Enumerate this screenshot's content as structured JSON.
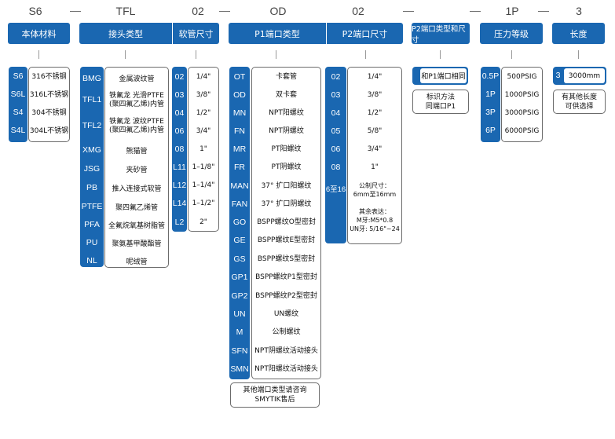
{
  "codes": {
    "c1": "S6",
    "c2": "TFL",
    "c3": "02",
    "c4": "OD",
    "c5": "02",
    "c6": "1P",
    "c7": "3"
  },
  "headers": {
    "material": "本体材料",
    "fitting": "接头类型",
    "tube": "软管尺寸",
    "p1": "P1端口类型",
    "p2": "P2端口尺寸",
    "p2type": "P2端口类型和尺寸",
    "pressure": "压力等级",
    "length": "长度"
  },
  "material": {
    "codes": [
      "S6",
      "S6L",
      "S4",
      "S4L"
    ],
    "names": [
      "316不锈钢",
      "316L不锈钢",
      "304不锈钢",
      "304L不锈钢"
    ]
  },
  "fitting": {
    "codes": [
      "BMG",
      "TFL1",
      "TFL2",
      "XMG",
      "JSG",
      "PB",
      "PTFE",
      "PFA",
      "PU",
      "NL"
    ],
    "names": [
      "金属波纹管",
      "铁氟龙 光滑PTFE\n(聚四氟乙烯)内管",
      "铁氟龙 波纹PTFE\n(聚四氟乙烯)内管",
      "熊猫管",
      "夹砂管",
      "推入连接式软管",
      "聚四氟乙烯管",
      "全氟烷氧基树脂管",
      "聚氨基甲酸酯管",
      "呢绒管"
    ]
  },
  "tube": {
    "codes": [
      "02",
      "03",
      "04",
      "06",
      "08",
      "L11",
      "L12",
      "L14",
      "L2"
    ],
    "sizes": [
      "1/4\"",
      "3/8\"",
      "1/2\"",
      "3/4\"",
      "1\"",
      "1–1/8\"",
      "1–1/4\"",
      "1–1/2\"",
      "2\""
    ]
  },
  "p1": {
    "codes": [
      "OT",
      "OD",
      "MN",
      "FN",
      "MR",
      "FR",
      "MAN",
      "FAN",
      "GO",
      "GE",
      "GS",
      "GP1",
      "GP2",
      "UN",
      "M",
      "SFN",
      "SMN"
    ],
    "names": [
      "卡套管",
      "双卡套",
      "NPT阳螺纹",
      "NPT阴螺纹",
      "PT阳螺纹",
      "PT阴螺纹",
      "37° 扩口阳螺纹",
      "37° 扩口阴螺纹",
      "BSPP螺纹O型密封",
      "BSPP螺纹E型密封",
      "BSPP螺纹S型密封",
      "BSPP螺纹P1型密封",
      "BSPP螺纹P2型密封",
      "UN螺纹",
      "公制螺纹",
      "NPT阴螺纹活动接头",
      "NPT阳螺纹活动接头"
    ],
    "note": "其他端口类型请咨询\nSMYTIK售后"
  },
  "p2": {
    "codes": [
      "02",
      "03",
      "04",
      "05",
      "06",
      "08",
      "6至16"
    ],
    "sizes": [
      "1/4\"",
      "3/8\"",
      "1/2\"",
      "5/8\"",
      "3/4\"",
      "1\""
    ],
    "metric": "公制尺寸：\n6mm至16mm",
    "other": "其余表达：\nM牙:M5*0.8\nUN牙: 5/16\"~24"
  },
  "p2type": {
    "same": "和P1端口相同",
    "method": "标识方法\n同端口P1"
  },
  "pressure": {
    "codes": [
      "0.5P",
      "1P",
      "3P",
      "6P"
    ],
    "values": [
      "500PSIG",
      "1000PSIG",
      "3000PSIG",
      "6000PSIG"
    ]
  },
  "length": {
    "code": "3",
    "value": "3000mm",
    "note": "有其他长度\n可供选择"
  }
}
